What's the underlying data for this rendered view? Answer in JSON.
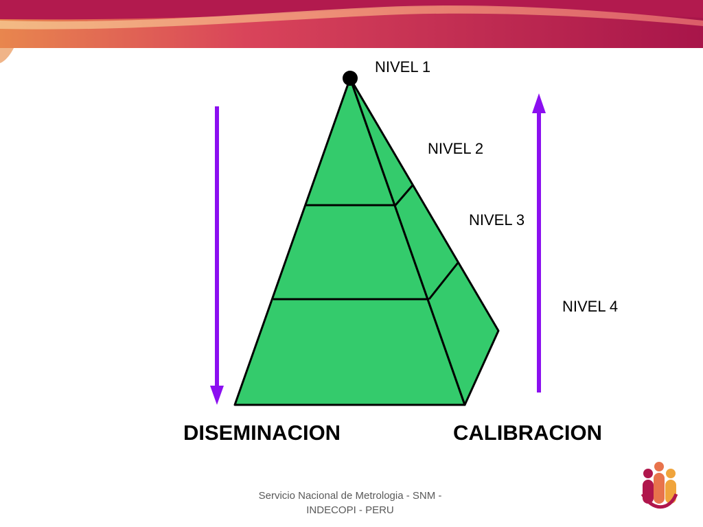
{
  "levels": [
    "NIVEL 1",
    "NIVEL 2",
    "NIVEL 3",
    "NIVEL 4"
  ],
  "left_label": "DISEMINACION",
  "right_label": "CALIBRACION",
  "footer": {
    "line1": "Servicio Nacional de Metrologia - SNM -",
    "line2": "INDECOPI - PERU"
  },
  "colors": {
    "pyramid_fill": "#34CB6C",
    "arrow": "#8B0FF0",
    "banner_dark": "#B0164C",
    "banner_light": "#E8734C"
  },
  "icons": [
    "logo-icon"
  ]
}
